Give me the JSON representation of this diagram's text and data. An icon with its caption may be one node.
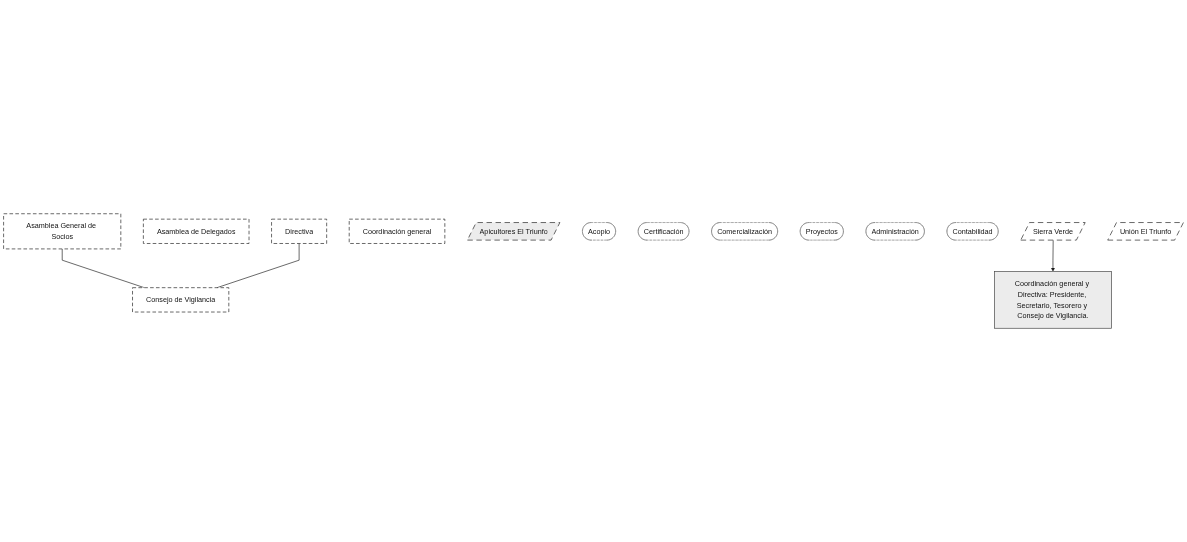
{
  "diagram": {
    "nodes": [
      {
        "text": [
          "Asamblea General de Socios"
        ]
      },
      {
        "text": [
          "Asamblea de Delegados"
        ]
      },
      {
        "text": [
          "Consejo de Vigilancia"
        ]
      },
      {
        "text": [
          "Directiva"
        ]
      },
      {
        "text": [
          "Coordinación general"
        ]
      },
      {
        "text": [
          "Apicultores El Triunfo"
        ]
      },
      {
        "text": [
          "Acopio"
        ]
      },
      {
        "text": [
          "Certificación"
        ]
      },
      {
        "text": [
          "Comercialización"
        ]
      },
      {
        "text": [
          "Proyectos"
        ]
      },
      {
        "text": [
          "Administración"
        ]
      },
      {
        "text": [
          "Contabilidad"
        ]
      },
      {
        "text": [
          "Sierra Verde"
        ]
      },
      {
        "text": [
          "Coordinación general y Directiva: Presidente, Secretario, Tesorero y Consejo de Vigilancia."
        ]
      },
      {
        "text": [
          "Unión El Triunfo"
        ]
      }
    ],
    "edges": [
      {
        "from": 0,
        "to": 2,
        "arrow": "none"
      },
      {
        "from": 3,
        "to": 2,
        "arrow": "none"
      },
      {
        "from": 12,
        "to": 13,
        "arrow": "to"
      }
    ]
  }
}
